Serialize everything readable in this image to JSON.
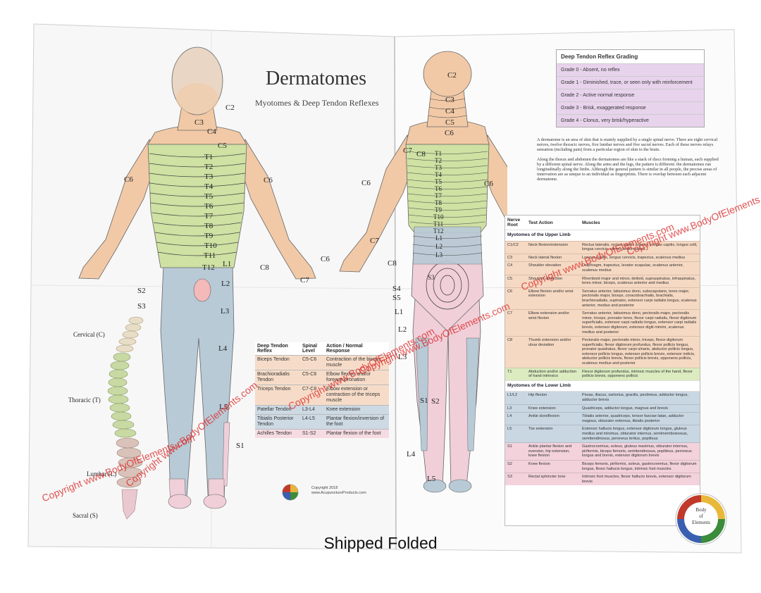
{
  "title": "Dermatomes",
  "subtitle": "Myotomes & Deep Tendon Reflexes",
  "caption": "Shipped Folded",
  "copyright": [
    "Copyright 2018",
    "www.AcupunctureProducts.com"
  ],
  "watermark": "Copyright www.BodyOfElements.com",
  "logo": {
    "line1": "Body",
    "line2": "of",
    "line3": "Elements"
  },
  "colors": {
    "cervical": "#f2c9a6",
    "thoracic": "#cfe1a3",
    "lumbar": "#b8cad6",
    "sacral": "#f0cfd9",
    "watermark": "#e03030"
  },
  "front_labels": {
    "c2": "C2",
    "c3": "C3",
    "c4": "C4",
    "c5": "C5",
    "t1": "T1",
    "t2": "T2",
    "t3": "T3",
    "t4": "T4",
    "t5": "T5",
    "t6": "T6",
    "t7": "T7",
    "t8": "T8",
    "t9": "T9",
    "t10": "T10",
    "t11": "T11",
    "t12": "T12",
    "l1": "L1",
    "l2": "L2",
    "l3": "L3",
    "l4": "L4",
    "l5": "L5",
    "s1": "S1",
    "s2": "S2",
    "s3": "S3",
    "c6l": "C6",
    "c6r": "C6",
    "c7": "C7",
    "c8": "C8"
  },
  "back_labels": {
    "c2": "C2",
    "c3": "C3",
    "c4": "C4",
    "c5": "C5",
    "c6": "C6",
    "c7": "C7",
    "c8": "C8",
    "t1": "T1",
    "t2": "T2",
    "t3": "T3",
    "t4": "T4",
    "t5": "T5",
    "t6": "T6",
    "t7": "T7",
    "t8": "T8",
    "t9": "T9",
    "t10": "T10",
    "t11": "T11",
    "t12": "T12",
    "l1": "L1",
    "l2": "L2",
    "l3": "L3",
    "l4": "L4",
    "l5": "L5",
    "s1": "S1",
    "s2": "S2",
    "s3": "S3",
    "s4": "S4",
    "s5": "S5",
    "c6l": "C6",
    "c7l": "C7",
    "c8l": "C8",
    "c6r": "C6"
  },
  "spine_labels": {
    "cervical": "Cervical (C)",
    "thoracic": "Thoracic (T)",
    "lumbar": "Lumbar (L)",
    "sacral": "Sacral (S)"
  },
  "reflex_table": {
    "headers": [
      "Deep Tendon Reflex",
      "Spinal Level",
      "Action / Normal Response"
    ],
    "rows": [
      {
        "reflex": "Biceps Tendon",
        "level": "C5-C6",
        "action": "Contraction of the biceps muscle"
      },
      {
        "reflex": "Brachioradialis Tendon",
        "level": "C5-C6",
        "action": "Elbow flexion and/or forearm pronation"
      },
      {
        "reflex": "Triceps Tendon",
        "level": "C7-C8",
        "action": "Elbow extension or contraction of the triceps muscle"
      },
      {
        "reflex": "Patellar Tendon",
        "level": "L3-L4",
        "action": "Knee extension"
      },
      {
        "reflex": "Tibialis Posterior Tendon",
        "level": "L4-L5",
        "action": "Plantar flexion/inversion of the foot"
      },
      {
        "reflex": "Achilles Tendon",
        "level": "S1-S2",
        "action": "Plantar flexion of the foot"
      }
    ]
  },
  "grading": {
    "title": "Deep Tendon Reflex Grading",
    "items": [
      "Grade 0 - Absent, no reflex",
      "Grade 1 - Diminished, trace, or seen only with reinforcement",
      "Grade 2 - Active normal response",
      "Grade 3 - Brisk, exaggerated response",
      "Grade 4 - Clonus, very brisk/hyperactive"
    ]
  },
  "description": [
    "A dermatome is an area of skin that is mainly supplied by a single spinal nerve. There are eight cervical nerves, twelve thoracic nerves, five lumbar nerves and five sacral nerves. Each of these nerves relays sensation (including pain) from a particular region of skin to the brain.",
    "Along the thorax and abdomen the dermatomes are like a stack of discs forming a human, each supplied by a different spinal nerve. Along the arms and the legs, the pattern is different: the dermatomes run longitudinally along the limbs. Although the general pattern is similar in all people, the precise areas of innervation are as unique to an individual as fingerprints. There is overlap between each adjacent dermatome."
  ],
  "myotome_table": {
    "headers": [
      "Nerve Root",
      "Test Action",
      "Muscles"
    ],
    "upper_title": "Myotomes of the Upper Limb",
    "lower_title": "Myotomes of the Lower Limb",
    "upper": [
      {
        "root": "C1/C2",
        "action": "Neck flexion/extension",
        "muscles": "Rectus lateralis, rectus capitis anterior, longus capitis, longus colli, longus cervicis, sternocleidomastoid"
      },
      {
        "root": "C3",
        "action": "Neck lateral flexion",
        "muscles": "Longus capitis, longus cervicis, trapezius, scalenus medius"
      },
      {
        "root": "C4",
        "action": "Shoulder elevation",
        "muscles": "Diaphragm, trapezius, levator scapulae, scalenus anterior, scalenus medius"
      },
      {
        "root": "C5",
        "action": "Shoulder abduction",
        "muscles": "Rhomboid major and minor, deltoid, supraspinatus, infraspinatus, teres minor, biceps, scalenus anterior and medius"
      },
      {
        "root": "C6",
        "action": "Elbow flexion and/or wrist extension",
        "muscles": "Serratus anterior, latissimus dorsi, subscapularis, teres major, pectoralis major, biceps, coracobrachialis, brachialis, brachioradialis, supinator, extensor carpi radialis longus, scalenus anterior, medius and posterior"
      },
      {
        "root": "C7",
        "action": "Elbow extension and/or wrist flexion",
        "muscles": "Serratus anterior, latissimus dorsi, pectoralis major, pectoralis minor, triceps, pronator teres, flexor carpi radialis, flexor digitorum superficialis, extensor carpi radialis longus, extensor carpi radialis brevis, extensor digitorum, extensor digiti minimi, scalenus medius and posterior"
      },
      {
        "root": "C8",
        "action": "Thumb extension and/or ulnar deviation",
        "muscles": "Pectoralis major, pectoralis minor, triceps, flexor digitorum superficialis, flexor digitorum profundus, flexor pollicis longus, pronator quadratus, flexor carpi ulnaris, abductor pollicis longus, extensor pollicis longus, extensor pollicis brevis, extensor indicis, abductor pollicis brevis, flexor pollicis brevis, opponens pollicis, scalenus medius and posterior"
      },
      {
        "root": "T1",
        "action": "Abduction and/or adduction of hand intrinsics",
        "muscles": "Flexor digitorum profundus, intrinsic muscles of the hand, flexor pollicis brevis, opponens pollicis"
      }
    ],
    "lower": [
      {
        "root": "L1/L2",
        "action": "Hip flexion",
        "muscles": "Psoas, iliacus, sartorius, gracilis, pectineus, adductor longus, adductor brevis"
      },
      {
        "root": "L3",
        "action": "Knee extension",
        "muscles": "Quadriceps, adductor longus, magnus and brevis"
      },
      {
        "root": "L4",
        "action": "Ankle dorsiflexion",
        "muscles": "Tibialis anterior, quadriceps, tensor fasciae latae, adductor magnus, obturator externus, tibialis posterior"
      },
      {
        "root": "L5",
        "action": "Toe extension",
        "muscles": "Extensor hallucis longus, extensor digitorum longus, gluteus medius and minimus, obturator internus, semimembranosus, semitendinosus, peroneus tertius, popliteus"
      },
      {
        "root": "S1",
        "action": "Ankle plantar flexion and eversion, hip extension, knee flexion",
        "muscles": "Gastrocnemius, soleus, gluteus maximus, obturator internus, piriformis, biceps femoris, semitendinosus, popliteus, peroneus longus and brevis, extensor digitorum brevis"
      },
      {
        "root": "S2",
        "action": "Knee flexion",
        "muscles": "Biceps femoris, piriformis, soleus, gastrocnemius, flexor digitorum longus, flexor hallucis longus, intrinsic foot muscles"
      },
      {
        "root": "S3",
        "action": "Rectal sphincter tone",
        "muscles": "Intrinsic foot muscles, flexor hallucis brevis, extensor digitorum brevis"
      }
    ]
  }
}
